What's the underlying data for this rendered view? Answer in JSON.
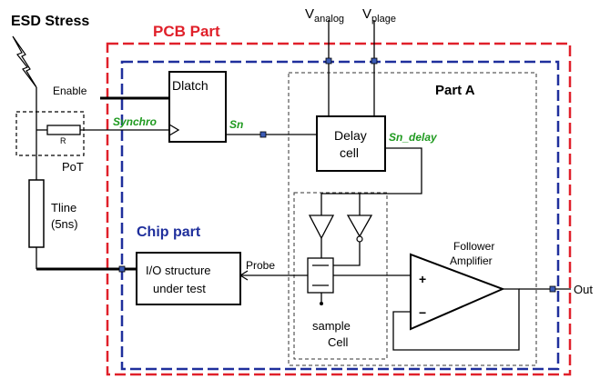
{
  "labels": {
    "esd_stress": "ESD Stress",
    "pcb_part": "PCB Part",
    "chip_part": "Chip part",
    "part_a": "Part A",
    "v_analog_main": "V",
    "v_analog_sub": "analog",
    "v_plage_main": "V",
    "v_plage_sub": "plage",
    "enable": "Enable",
    "synchro": "Synchro",
    "dlatch": "Dlatch",
    "sn": "Sn",
    "sn_delay": "Sn_delay",
    "resistor": "R",
    "pot": "PoT",
    "tline_1": "Tline",
    "tline_2": "(5ns)",
    "delay_cell_1": "Delay",
    "delay_cell_2": "cell",
    "io_1": "I/O structure",
    "io_2": "under test",
    "probe": "Probe",
    "follower_1": "Follower",
    "follower_2": "Amplifier",
    "plus": "+",
    "minus": "−",
    "sample_1": "sample",
    "sample_2": "Cell",
    "out": "Out"
  },
  "colors": {
    "pcb_border": "#e0202a",
    "chip_border": "#1f2f9c",
    "part_a_border": "#333333",
    "signal_green": "#1f9a1f"
  }
}
